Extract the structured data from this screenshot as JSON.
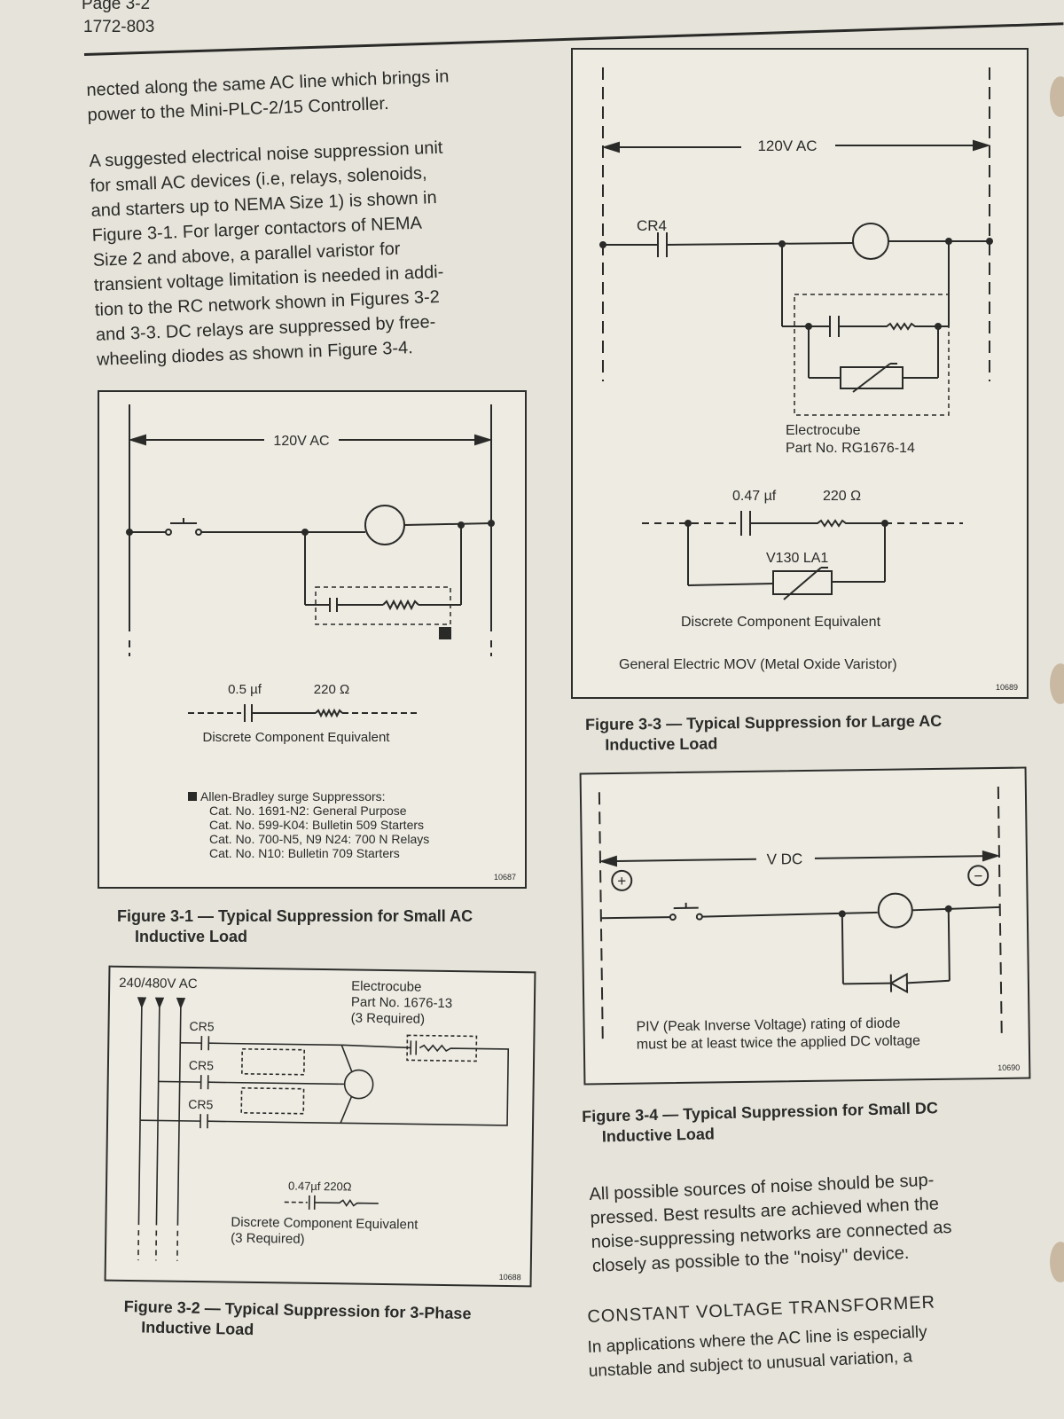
{
  "header": {
    "page": "Page 3-2",
    "code": "1772-803"
  },
  "intro": {
    "lines": [
      "nected along the same AC line which brings in",
      "power to the Mini-PLC-2/15 Controller."
    ]
  },
  "body": {
    "lines": [
      "A suggested electrical noise suppression unit",
      "for small AC devices (i.e, relays, solenoids,",
      "and starters up to NEMA Size 1) is shown in",
      "Figure 3-1. For larger contactors of NEMA",
      "Size 2 and above, a parallel varistor for",
      "transient voltage limitation is needed in addi-",
      "tion to the RC network shown in Figures 3-2",
      "and 3-3. DC relays are suppressed by free-",
      "wheeling diodes as shown in Figure 3-4."
    ]
  },
  "figure_3_1": {
    "voltage": "120V AC",
    "capacitor": "0.5 µf",
    "resistor": "220 Ω",
    "equiv": "Discrete Component Equivalent",
    "marker": "1",
    "notes_title": "Allen-Bradley surge Suppressors:",
    "notes": [
      "Cat. No. 1691-N2: General Purpose",
      "Cat. No. 599-K04: Bulletin 509 Starters",
      "Cat. No. 700-N5, N9 N24: 700 N Relays",
      "Cat. No. N10: Bulletin 709 Starters"
    ],
    "number": "10687",
    "caption_line1": "Figure 3-1 — Typical Suppression for Small AC",
    "caption_line2": "Inductive Load"
  },
  "figure_3_2": {
    "voltage": "240/480V AC",
    "part_line1": "Electrocube",
    "part_line2": "Part No. 1676-13",
    "part_line3": "(3 Required)",
    "contact_label": "CR5",
    "component_values": "0.47µf 220Ω",
    "equiv_line1": "Discrete Component Equivalent",
    "equiv_line2": "(3 Required)",
    "number": "10688",
    "caption_line1": "Figure 3-2 — Typical Suppression for 3-Phase",
    "caption_line2": "Inductive Load"
  },
  "figure_3_3": {
    "voltage": "120V AC",
    "contact": "CR4",
    "part_line1": "Electrocube",
    "part_line2": "Part No. RG1676-14",
    "capacitor": "0.47 µf",
    "resistor": "220 Ω",
    "varistor": "V130 LA1",
    "equiv": "Discrete Component Equivalent",
    "mov": "General Electric MOV (Metal Oxide Varistor)",
    "number": "10689",
    "caption_line1": "Figure 3-3 — Typical Suppression for Large AC",
    "caption_line2": "Inductive Load"
  },
  "figure_3_4": {
    "voltage": "V DC",
    "plus": "+",
    "minus": "−",
    "piv_line1": "PIV (Peak Inverse Voltage) rating of diode",
    "piv_line2": "must be at least twice the applied DC voltage",
    "number": "10690",
    "caption_line1": "Figure 3-4 — Typical Suppression for Small DC",
    "caption_line2": "Inductive Load"
  },
  "closing": {
    "lines": [
      "All possible sources of noise should be sup-",
      "pressed. Best results are achieved when the",
      "noise-suppressing networks are connected as",
      "closely as possible to the \"noisy\" device."
    ]
  },
  "cvt": {
    "heading": "CONSTANT VOLTAGE TRANSFORMER",
    "lines": [
      "In applications where the AC line is especially",
      "unstable and subject to unusual variation, a"
    ]
  }
}
